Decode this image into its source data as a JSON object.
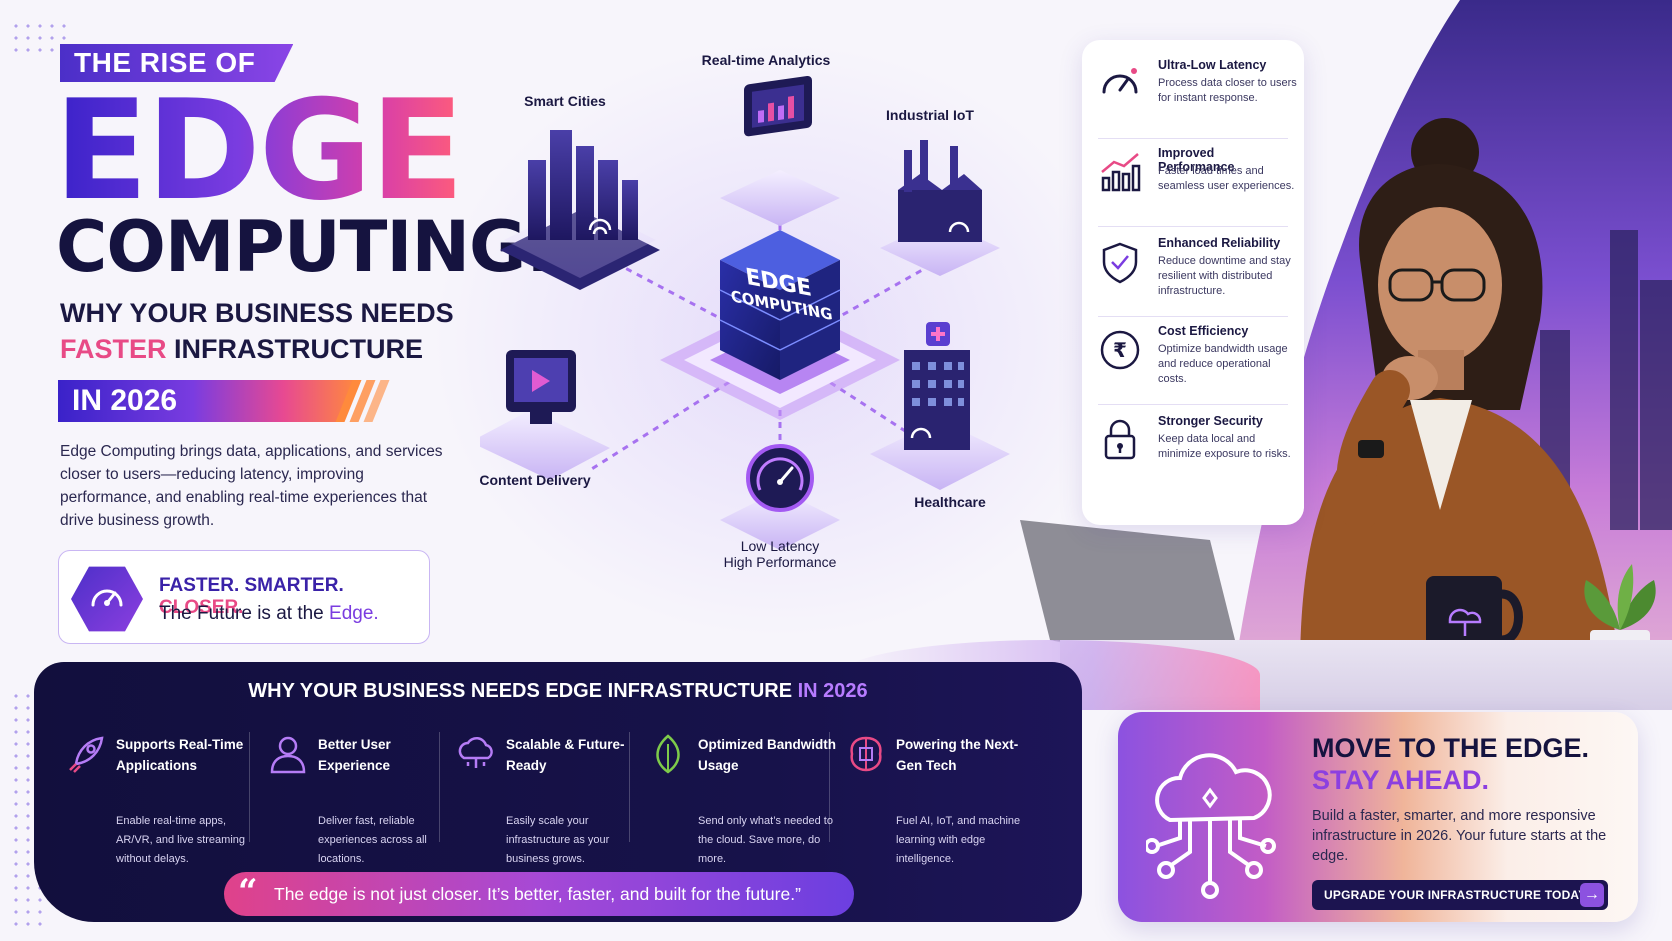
{
  "hero": {
    "tag": "THE RISE OF",
    "title_line1": "EDGE",
    "title_line2": "COMPUTING:",
    "subtitle_line1": "WHY YOUR BUSINESS NEEDS",
    "subtitle_highlight": "FASTER",
    "subtitle_line2_rest": " INFRASTRUCTURE",
    "year": "IN 2026",
    "intro": "Edge Computing brings data, applications, and services closer to users—reducing latency, improving performance, and enabling real-time experiences that drive business growth.",
    "motto_part1": "FASTER. SMARTER. ",
    "motto_highlight": "CLOSER.",
    "motto_line2_prefix": "The Future is at the ",
    "motto_line2_highlight": "Edge."
  },
  "network": {
    "hub_label_1": "EDGE",
    "hub_label_2": "COMPUTING",
    "nodes": {
      "analytics": "Real-time Analytics",
      "smart_cities": "Smart Cities",
      "industrial": "Industrial IoT",
      "content": "Content Delivery",
      "healthcare": "Healthcare",
      "latency_1": "Low Latency",
      "latency_2": "High Performance"
    }
  },
  "benefits": [
    {
      "title": "Ultra-Low Latency",
      "desc": "Process data closer to users for instant response.",
      "icon": "gauge-icon"
    },
    {
      "title": "Improved Performance",
      "desc": "Faster load times and seamless user experiences.",
      "icon": "growth-chart-icon"
    },
    {
      "title": "Enhanced Reliability",
      "desc": "Reduce downtime and stay resilient with distributed infrastructure.",
      "icon": "shield-icon"
    },
    {
      "title": "Cost Efficiency",
      "desc": "Optimize bandwidth usage and reduce operational costs.",
      "icon": "rupee-icon"
    },
    {
      "title": "Stronger Security",
      "desc": "Keep data local and minimize exposure to risks.",
      "icon": "lock-icon"
    }
  ],
  "panel": {
    "title": "WHY YOUR BUSINESS NEEDS EDGE INFRASTRUCTURE ",
    "title_highlight": "IN 2026",
    "columns": [
      {
        "title": "Supports Real-Time Applications",
        "desc": "Enable real-time apps, AR/VR, and live streaming without delays.",
        "icon": "rocket-icon"
      },
      {
        "title": "Better User Experience",
        "desc": "Deliver fast, reliable experiences across all locations.",
        "icon": "user-icon"
      },
      {
        "title": "Scalable & Future-Ready",
        "desc": "Easily scale your infrastructure as your business grows.",
        "icon": "cloud-network-icon"
      },
      {
        "title": "Optimized Bandwidth Usage",
        "desc": "Send only what’s needed to the cloud. Save more, do more.",
        "icon": "leaf-icon"
      },
      {
        "title": "Powering the Next-Gen Tech",
        "desc": "Fuel AI, IoT, and machine learning with edge intelligence.",
        "icon": "brain-chip-icon"
      }
    ],
    "quote": "The edge is not just closer. It’s better, faster, and built for the future.”"
  },
  "cta": {
    "heading1": "MOVE TO THE EDGE.",
    "heading2": "STAY AHEAD.",
    "body": "Build a faster, smarter, and more responsive infrastructure in 2026. Your future starts at the edge.",
    "button": "UPGRADE YOUR INFRASTRUCTURE TODAY"
  },
  "colors": {
    "navy": "#15133f",
    "purple": "#7a3ce0",
    "pink": "#e84a86",
    "orange": "#ff8a3c"
  }
}
